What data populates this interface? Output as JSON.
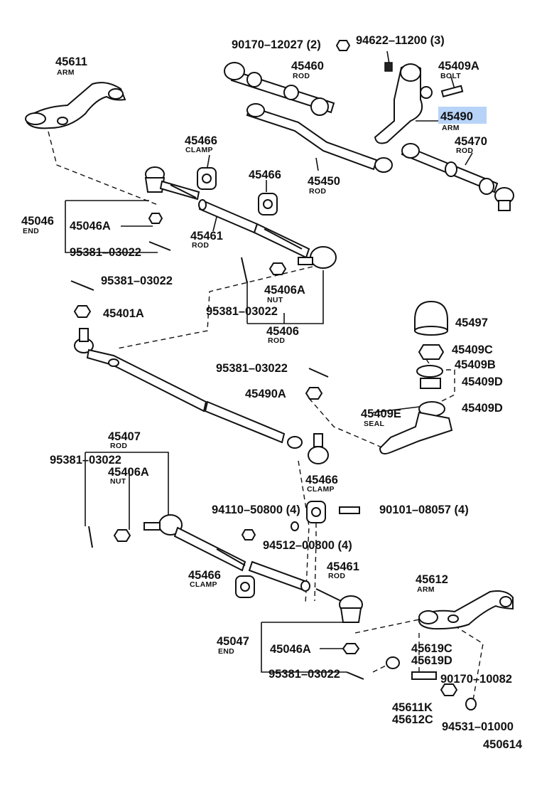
{
  "diagram": {
    "highlight_color": "#b7d3f7",
    "labels": {
      "p45611": "45611",
      "p45611_sub": "ARM",
      "p90170_12027": "90170–12027 (2)",
      "p94622_11200": "94622–11200 (3)",
      "p45460": "45460",
      "p45460_sub": "ROD",
      "p45409A": "45409A",
      "p45409A_sub": "BOLT",
      "p45490": "45490",
      "p45490_sub": "ARM",
      "p45470": "45470",
      "p45470_sub": "ROD",
      "p45466_top": "45466",
      "p45466_top_sub": "CLAMP",
      "p45466_mid": "45466",
      "p45450": "45450",
      "p45450_sub": "ROD",
      "p45046": "45046",
      "p45046_sub": "END",
      "p45046A_top": "45046A",
      "p95381_a": "95381–03022",
      "p45461_top": "45461",
      "p45461_top_sub": "ROD",
      "p95381_b": "95381–03022",
      "p45401A": "45401A",
      "p45406A_top": "45406A",
      "p45406A_top_sub": "NUT",
      "p95381_c": "95381–03022",
      "p45406": "45406",
      "p45406_sub": "ROD",
      "p45497": "45497",
      "p45409C": "45409C",
      "p45409B": "45409B",
      "p45409D_a": "45409D",
      "p45409D_b": "45409D",
      "p45409E": "45409E",
      "p45409E_sub": "SEAL",
      "p95381_d": "95381–03022",
      "p45490A": "45490A",
      "p45407": "45407",
      "p45407_sub": "ROD",
      "p95381_e": "95381–03022",
      "p45406A_bot": "45406A",
      "p45406A_bot_sub": "NUT",
      "p45466_bot": "45466",
      "p45466_bot_sub": "CLAMP",
      "p94110": "94110–50800 (4)",
      "p90101": "90101–08057 (4)",
      "p94512": "94512–00800 (4)",
      "p45461_bot": "45461",
      "p45461_bot_sub": "ROD",
      "p45466_bl": "45466",
      "p45466_bl_sub": "CLAMP",
      "p45612": "45612",
      "p45612_sub": "ARM",
      "p45047": "45047",
      "p45047_sub": "END",
      "p45046A_bot": "45046A",
      "p45619C": "45619C",
      "p45619D": "45619D",
      "p95381_f": "95381–03022",
      "p90170_10082": "90170–10082",
      "p45611K": "45611K",
      "p45612C": "45612C",
      "p94531": "94531–01000",
      "p450614": "450614"
    }
  }
}
